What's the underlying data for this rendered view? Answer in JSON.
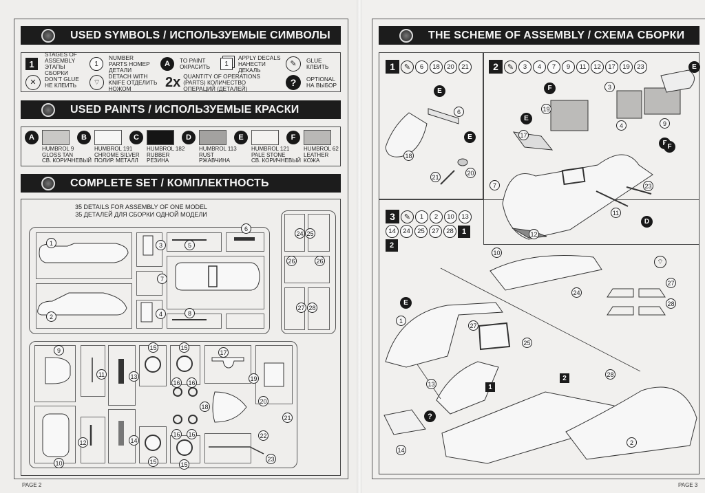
{
  "left_page": {
    "footer": "PAGE 2",
    "symbols": {
      "title": "USED SYMBOLS / ИСПОЛЬЗУЕМЫЕ СИМВОЛЫ",
      "items": [
        {
          "icon": "stage-square-icon",
          "glyph": "1",
          "label": "STAGES OF ASSEMBLY ЭТАПЫ СБОРКИ"
        },
        {
          "icon": "part-number-circle-icon",
          "glyph": "1",
          "label": "NUMBER PARTS НОМЕР ДЕТАЛИ"
        },
        {
          "icon": "paint-brush-icon",
          "glyph": "A",
          "label": "TO PAINT ОКРАСИТЬ"
        },
        {
          "icon": "decal-icon",
          "glyph": "1",
          "label": "APPLY DECALS НАНЕСТИ ДЕКАЛЬ"
        },
        {
          "icon": "glue-icon",
          "glyph": "✎",
          "label": "GLUE КЛЕИТЬ"
        },
        {
          "icon": "no-glue-icon",
          "glyph": "✕",
          "label": "DON'T GLUE НЕ КЛЕИТЬ"
        },
        {
          "icon": "knife-icon",
          "glyph": "⌔",
          "label": "DETACH WITH KNIFE ОТДЕЛИТЬ НОЖОМ"
        },
        {
          "icon": "quantity-icon",
          "glyph": "2x",
          "label": "QUANTITY OF OPERATIONS (PARTS) КОЛИЧЕСТВО ОПЕРАЦИЙ (ДЕТАЛЕЙ)"
        },
        {
          "icon": "optional-icon",
          "glyph": "?",
          "label": "OPTIONAL НА ВЫБОР"
        }
      ]
    },
    "paints": {
      "title": "USED PAINTS / ИСПОЛЬЗУЕМЫЕ КРАСКИ",
      "items": [
        {
          "letter": "A",
          "code": "HUMBROL 9",
          "name": "GLOSS TAN",
          "name_ru": "СВ. КОРИЧНЕВЫЙ",
          "color": "#c9c8c6"
        },
        {
          "letter": "B",
          "code": "HUMBROL 191",
          "name": "CHROME SILVER",
          "name_ru": "ПОЛИР. МЕТАЛЛ",
          "color": "#f6f6f5"
        },
        {
          "letter": "C",
          "code": "HUMBROL 182",
          "name": "RUBBER",
          "name_ru": "РЕЗИНА",
          "color": "#151515"
        },
        {
          "letter": "D",
          "code": "HUMBROL 113",
          "name": "RUST",
          "name_ru": "РЖАВЧИНА",
          "color": "#a3a2a0"
        },
        {
          "letter": "E",
          "code": "HUMBROL 121",
          "name": "PALE STONE",
          "name_ru": "СВ. КОРИЧНЕВЫЙ",
          "color": "#f3f2f0"
        },
        {
          "letter": "F",
          "code": "HUMBROL 62",
          "name": "LEATHER",
          "name_ru": "КОЖА",
          "color": "#b9b8b6"
        }
      ]
    },
    "complete_set": {
      "title": "COMPLETE SET / КОМПЛЕКТНОСТЬ",
      "line1": "35 DETAILS FOR ASSEMBLY OF ONE MODEL",
      "line2": "35 ДЕТАЛЕЙ ДЛЯ СБОРКИ ОДНОЙ МОДЕЛИ",
      "sprue_a_parts": [
        "1",
        "2",
        "3",
        "4",
        "5",
        "6",
        "7",
        "8"
      ],
      "sprue_b_parts": [
        "9",
        "10",
        "11",
        "12",
        "13",
        "14",
        "15",
        "15",
        "15",
        "15",
        "16",
        "16",
        "16",
        "16",
        "17",
        "18",
        "19",
        "20",
        "21",
        "22",
        "23"
      ],
      "sprue_c_parts": [
        "24",
        "25",
        "26",
        "26",
        "27",
        "28"
      ]
    }
  },
  "right_page": {
    "footer": "PAGE 3",
    "title": "THE SCHEME OF ASSEMBLY / СХЕМА СБОРКИ",
    "steps": [
      {
        "stage": "1",
        "parts": [
          "6",
          "18",
          "20",
          "21"
        ],
        "paint_callouts": [
          "E",
          "E"
        ],
        "labels": [
          "6",
          "18",
          "21",
          "20"
        ]
      },
      {
        "stage": "2",
        "parts": [
          "3",
          "4",
          "7",
          "9",
          "11",
          "12",
          "17",
          "19",
          "23"
        ],
        "paint_callouts": [
          "E",
          "F",
          "E",
          "F",
          "F",
          "D"
        ],
        "labels": [
          "3",
          "19",
          "4",
          "17",
          "9",
          "7",
          "23",
          "11",
          "12"
        ]
      },
      {
        "stage": "3",
        "parts": [
          "1",
          "2",
          "10",
          "13",
          "14",
          "24",
          "25",
          "27",
          "28"
        ],
        "substages": [
          "1",
          "2"
        ],
        "paint_callouts": [
          "E"
        ],
        "labels": [
          "10",
          "24",
          "27",
          "28",
          "1",
          "27",
          "25",
          "13",
          "14",
          "28",
          "2"
        ],
        "sub_labels": [
          "1",
          "2"
        ]
      }
    ]
  }
}
